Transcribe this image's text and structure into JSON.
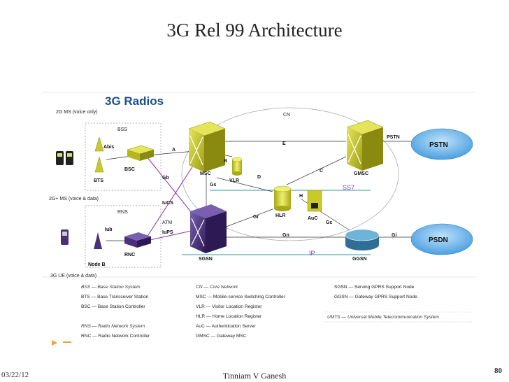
{
  "slide": {
    "title": "3G Rel 99 Architecture",
    "footer": {
      "date": "03/22/12",
      "author": "Tinniam V Ganesh",
      "page": "80"
    }
  },
  "diagram": {
    "heading": "3G Radios",
    "device_groups": {
      "ms2g": "2G MS (voice only)",
      "ms2gplus": "2G+ MS (voice & data)",
      "ue3g": "3G UE (voice & data)"
    },
    "boxes": {
      "bss": "BSS",
      "rns": "RNS",
      "cn": "CN"
    },
    "nodes": {
      "bts": "BTS",
      "bsc": "BSC",
      "nodeb": "Node B",
      "rnc": "RNC",
      "msc": "MSC",
      "vlr": "VLR",
      "hlr": "HLR",
      "auc": "AuC",
      "gmsc": "GMSC",
      "sgsn": "SGSN",
      "ggsn": "GGSN"
    },
    "networks": {
      "pstn": "PSTN",
      "psdn": "PSDN",
      "ss7": "SS7",
      "ip": "IP",
      "pstn_link": "PSTN"
    },
    "interfaces": {
      "abis": "Abis",
      "a": "A",
      "gb": "Gb",
      "iucs": "IuCS",
      "atm": "ATM",
      "iups": "IuPS",
      "iub": "Iub",
      "b": "B",
      "e": "E",
      "c": "C",
      "d": "D",
      "h": "H",
      "gs": "Gs",
      "gr": "Gr",
      "gc": "Gc",
      "gn": "Gn",
      "gi": "Gi"
    },
    "legend": {
      "col1": [
        {
          "text": "BSS — Base Station System",
          "style": "italic"
        },
        {
          "text": "BTS — Base Transceiver Station",
          "style": "normal"
        },
        {
          "text": "BSC — Base Station Controller",
          "style": "normal"
        },
        {
          "text": "RNS — Radio Network System",
          "style": "italic"
        },
        {
          "text": "RNC — Radio Network Controller",
          "style": "normal"
        }
      ],
      "col2": [
        {
          "text": "CN — Core Network",
          "style": "italic"
        },
        {
          "text": "MSC — Mobile-service Switching Controller",
          "style": "normal"
        },
        {
          "text": "VLR — Visitor Location Register",
          "style": "normal"
        },
        {
          "text": "HLR — Home Location Register",
          "style": "normal"
        },
        {
          "text": "AuC — Authentication Server",
          "style": "normal"
        },
        {
          "text": "GMSC — Gateway MSC",
          "style": "normal"
        }
      ],
      "col3": [
        {
          "text": "SGSN — Serving GPRS Support Node",
          "style": "normal"
        },
        {
          "text": "GGSN — Gateway GPRS Support Node",
          "style": "normal"
        },
        {
          "text": "UMTS — Universal Mobile Telecommunication System",
          "style": "italic"
        }
      ]
    },
    "colors": {
      "heading": "#1f4e8c",
      "switch": "#c9c92a",
      "switch_dark": "#8a8a10",
      "sgsn": "#4a2f7a",
      "rnc": "#3b2470",
      "cloud": "#5aa9e6",
      "link_purple": "#8a3fa8",
      "link_teal": "#2f9aa0"
    }
  }
}
